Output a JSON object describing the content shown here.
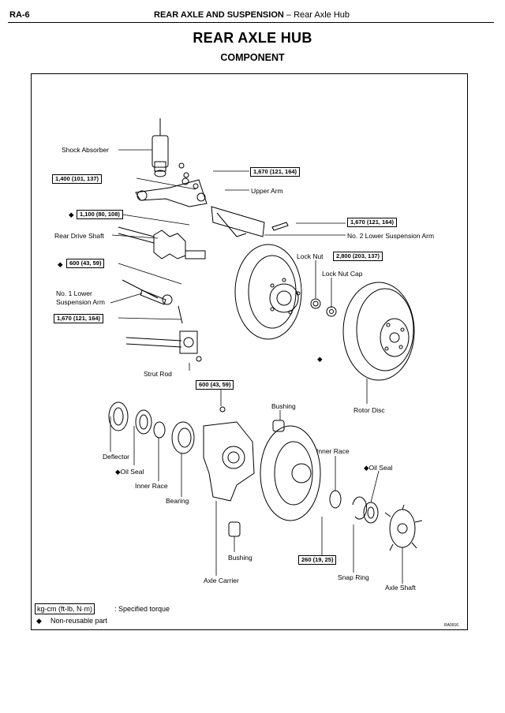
{
  "header": {
    "page_code": "RA-6",
    "section": "REAR AXLE AND SUSPENSION",
    "separator": "–",
    "subsection": "Rear Axle Hub"
  },
  "title": "REAR AXLE HUB",
  "subtitle": "COMPONENT",
  "labels": {
    "shock_absorber": "Shock Absorber",
    "upper_arm": "Upper Arm",
    "rear_drive_shaft": "Rear Drive Shaft",
    "no2_lower_arm": "No. 2 Lower Suspension Arm",
    "lock_nut": "Lock Nut",
    "lock_nut_cap": "Lock Nut Cap",
    "no1_lower_arm_l1": "No. 1 Lower",
    "no1_lower_arm_l2": "Suspension Arm",
    "strut_rod": "Strut Rod",
    "rotor_disc": "Rotor Disc",
    "bushing_top": "Bushing",
    "deflector": "Deflector",
    "oil_seal_left": "Oil Seal",
    "inner_race_left": "Inner Race",
    "bearing": "Bearing",
    "inner_race_right": "Inner Race",
    "oil_seal_right": "Oil Seal",
    "bushing_bottom": "Bushing",
    "axle_carrier": "Axle Carrier",
    "snap_ring": "Snap Ring",
    "axle_shaft": "Axle Shaft"
  },
  "torques": {
    "t1": "1,400 (101, 137)",
    "t2": "1,670 (121, 164)",
    "t3": "1,100 (80, 108)",
    "t4": "1,670 (121, 164)",
    "t5": "600 (43, 59)",
    "t6": "2,800 (203, 137)",
    "t7": "1,670 (121, 164)",
    "t8": "600 (43, 59)",
    "t9": "260 (19, 25)"
  },
  "legend": {
    "unit_box": "kg-cm (ft-lb, N·m)",
    "unit_text": ": Specified torque",
    "nonreusable_symbol": "◆",
    "nonreusable_text": "Non-reusable part",
    "diamond": "◆"
  },
  "figure_code": "RA0916"
}
